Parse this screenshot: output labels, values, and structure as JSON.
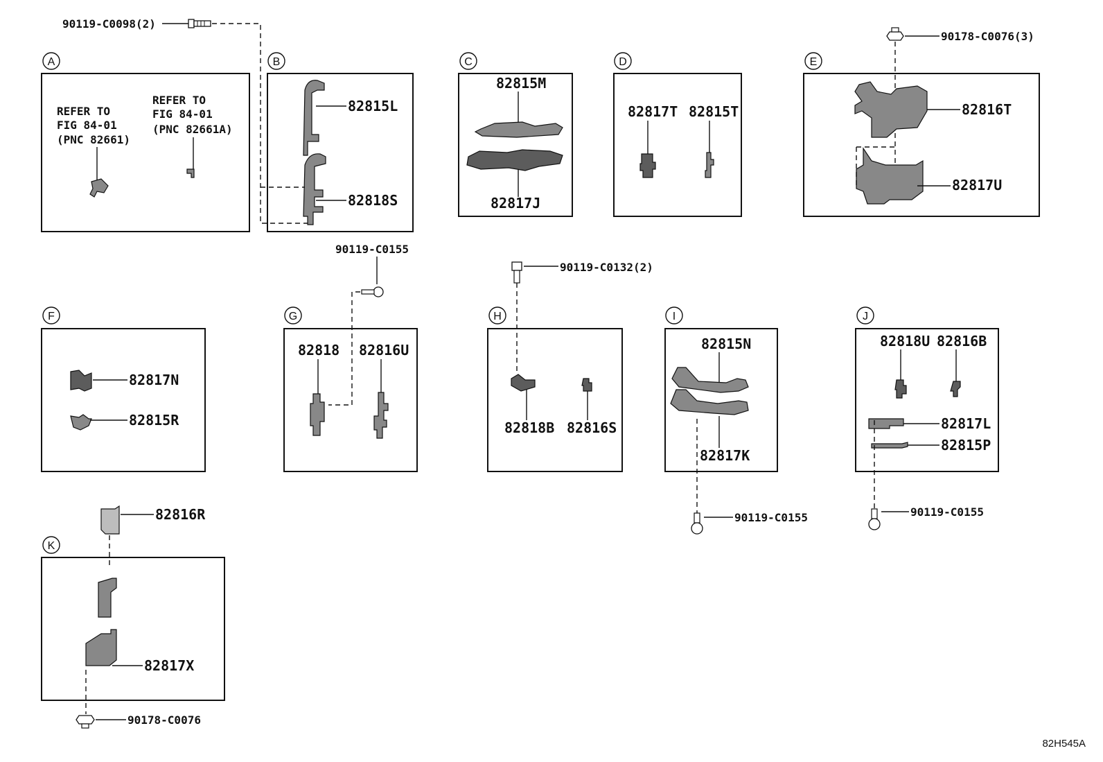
{
  "diagram_code": "82H545A",
  "sections": {
    "A": {
      "letter": "A",
      "ref1": [
        "REFER TO",
        "FIG 84-01",
        "(PNC 82661)"
      ],
      "ref2": [
        "REFER TO",
        "FIG 84-01",
        "(PNC 82661A)"
      ]
    },
    "B": {
      "letter": "B",
      "parts": [
        "82815L",
        "82818S"
      ]
    },
    "C": {
      "letter": "C",
      "parts": [
        "82815M",
        "82817J"
      ]
    },
    "D": {
      "letter": "D",
      "parts": [
        "82817T",
        "82815T"
      ]
    },
    "E": {
      "letter": "E",
      "parts": [
        "82816T",
        "82817U"
      ]
    },
    "F": {
      "letter": "F",
      "parts": [
        "82817N",
        "82815R"
      ]
    },
    "G": {
      "letter": "G",
      "parts": [
        "82818",
        "82816U"
      ]
    },
    "H": {
      "letter": "H",
      "parts": [
        "82818B",
        "82816S"
      ]
    },
    "I": {
      "letter": "I",
      "parts": [
        "82815N",
        "82817K"
      ]
    },
    "J": {
      "letter": "J",
      "parts": [
        "82818U",
        "82816B",
        "82817L",
        "82815P"
      ]
    },
    "K": {
      "letter": "K",
      "parts": [
        "82816R",
        "82817X"
      ]
    }
  },
  "fasteners": {
    "top_left_bolt": "90119-C0098(2)",
    "top_right_nut": "90178-C0076(3)",
    "g_screw": "90119-C0155",
    "h_bolt": "90119-C0132(2)",
    "i_screw": "90119-C0155",
    "j_screw": "90119-C0155",
    "k_nut": "90178-C0076"
  }
}
